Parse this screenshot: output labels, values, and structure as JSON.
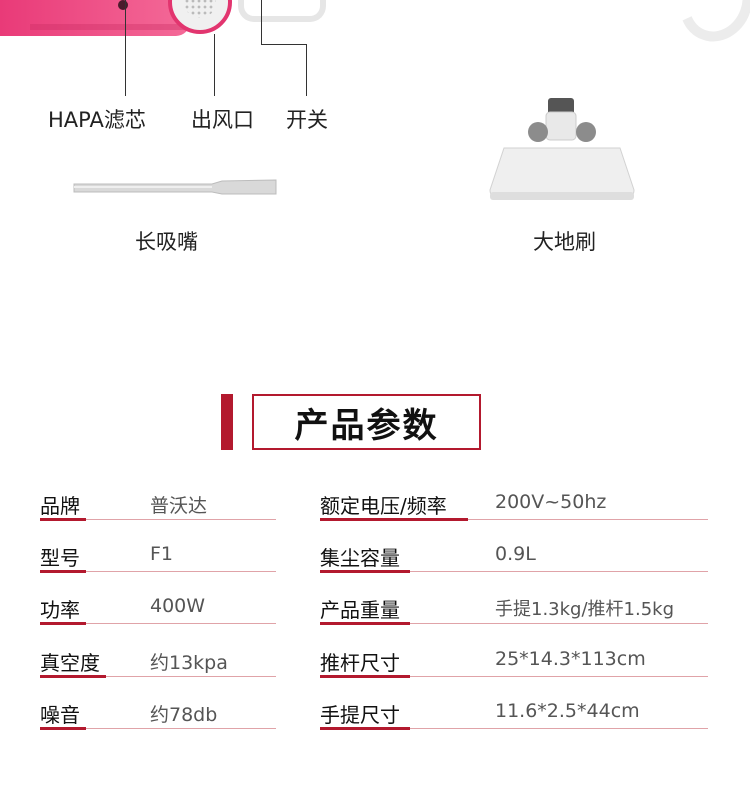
{
  "top_labels": {
    "filter": "HAPA滤芯",
    "outlet": "出风口",
    "switch": "开关"
  },
  "accessories": {
    "crevice": "长吸嘴",
    "floor_brush": "大地刷"
  },
  "section_title": "产品参数",
  "specs_left": [
    {
      "key": "品牌",
      "value": "普沃达"
    },
    {
      "key": "型号",
      "value": "F1"
    },
    {
      "key": "功率",
      "value": "400W"
    },
    {
      "key": "真空度",
      "value": "约13kpa"
    },
    {
      "key": "噪音",
      "value": "约78db"
    }
  ],
  "specs_right": [
    {
      "key": "额定电压/频率",
      "value": "200V~50hz"
    },
    {
      "key": "集尘容量",
      "value": "0.9L"
    },
    {
      "key": "产品重量",
      "value": "手提1.3kg/推杆1.5kg"
    },
    {
      "key": "推杆尺寸",
      "value": "25*14.3*113cm"
    },
    {
      "key": "手提尺寸",
      "value": "11.6*2.5*44cm"
    }
  ],
  "colors": {
    "accent": "#b3192e",
    "product_pink": "#e93a78"
  }
}
